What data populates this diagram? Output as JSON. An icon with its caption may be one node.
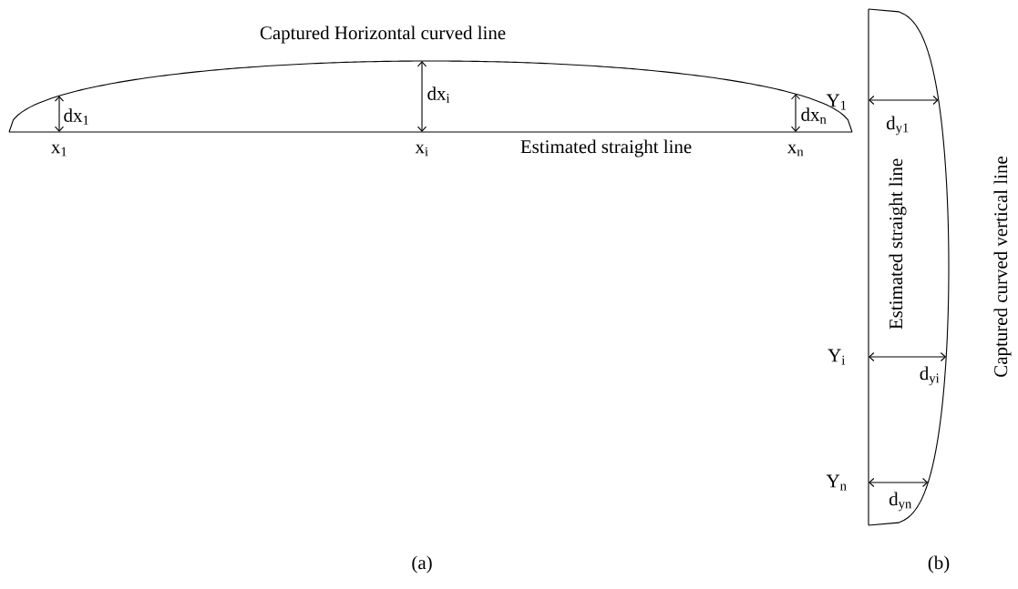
{
  "diagram": {
    "labels": [
      "Captured Horizontal curved line",
      "dx$_{1}$",
      "dx$_{i}$",
      "dx$_{n}$",
      "x$_{1}$",
      "x$_{i}$",
      "Estimated straight line",
      "x$_{n}$",
      "(a)",
      "Y$_{1}$",
      "d$_{y1}$",
      "Y$_{i}$",
      "d$_{yi}$",
      "Y$_{n}$",
      "d$_{yn}$",
      "Estimated straight line",
      "Captured curved vertical line",
      "(b)"
    ]
  }
}
